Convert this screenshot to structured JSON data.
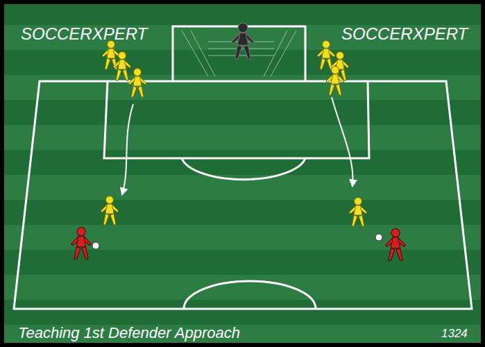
{
  "diagram": {
    "caption": "Teaching 1st Defender Approach",
    "labels": [
      "SOCCERXPERT",
      "SOCCERXPERT",
      "1324"
    ]
  }
}
